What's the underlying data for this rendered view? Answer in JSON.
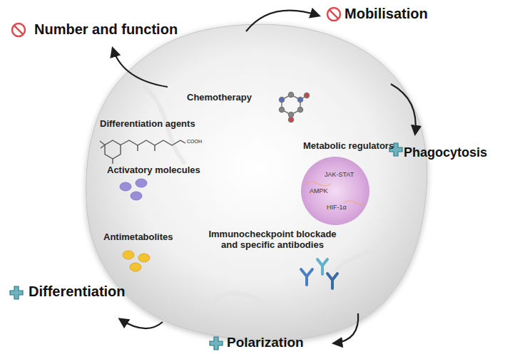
{
  "diagram": {
    "nodes": [
      {
        "text": [
          "Chemotherapy",
          "Differentiation agents",
          "Metabolic regulators",
          "Activatory molecules",
          "Antimetabolites",
          "Immunocheckpoint blockade and specific antibodies"
        ]
      },
      {
        "text": [
          "JAK-STAT",
          "AMPK",
          "HIF-1α"
        ],
        "in": 0
      }
    ],
    "labels": [
      "Number and function",
      "Mobilisation",
      "Phagocytosis",
      "Differentiation",
      "Polarization",
      "COOH"
    ]
  }
}
